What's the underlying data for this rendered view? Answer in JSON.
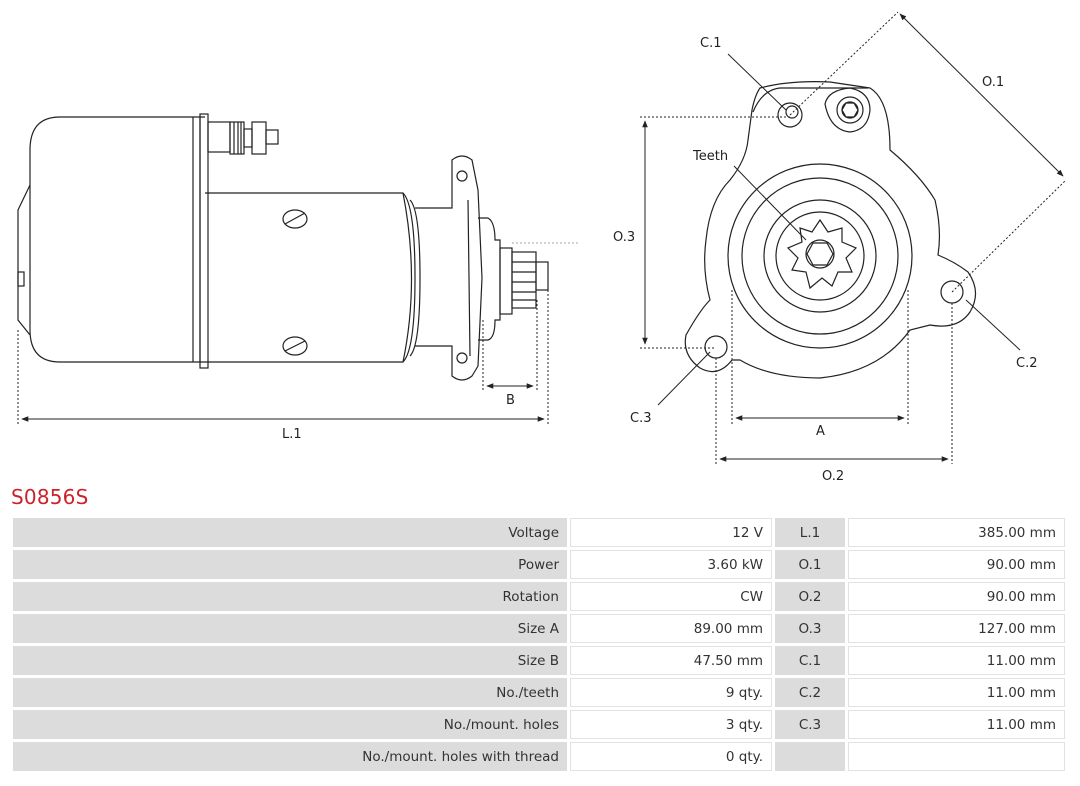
{
  "part_number": "S0856S",
  "diagram_labels": {
    "side_view": {
      "L1": "L.1",
      "B": "B"
    },
    "front_view": {
      "C1": "C.1",
      "C2": "C.2",
      "C3": "C.3",
      "O1": "O.1",
      "O2": "O.2",
      "O3": "O.3",
      "A": "A",
      "teeth": "Teeth"
    }
  },
  "specs": [
    {
      "label": "Voltage",
      "value": "12 V",
      "dim": "L.1",
      "dim_value": "385.00 mm"
    },
    {
      "label": "Power",
      "value": "3.60 kW",
      "dim": "O.1",
      "dim_value": "90.00 mm"
    },
    {
      "label": "Rotation",
      "value": "CW",
      "dim": "O.2",
      "dim_value": "90.00 mm"
    },
    {
      "label": "Size A",
      "value": "89.00 mm",
      "dim": "O.3",
      "dim_value": "127.00 mm"
    },
    {
      "label": "Size B",
      "value": "47.50 mm",
      "dim": "C.1",
      "dim_value": "11.00 mm"
    },
    {
      "label": "No./teeth",
      "value": "9 qty.",
      "dim": "C.2",
      "dim_value": "11.00 mm"
    },
    {
      "label": "No./mount. holes",
      "value": "3 qty.",
      "dim": "C.3",
      "dim_value": "11.00 mm"
    },
    {
      "label": "No./mount. holes with thread",
      "value": "0 qty.",
      "dim": "",
      "dim_value": ""
    }
  ]
}
